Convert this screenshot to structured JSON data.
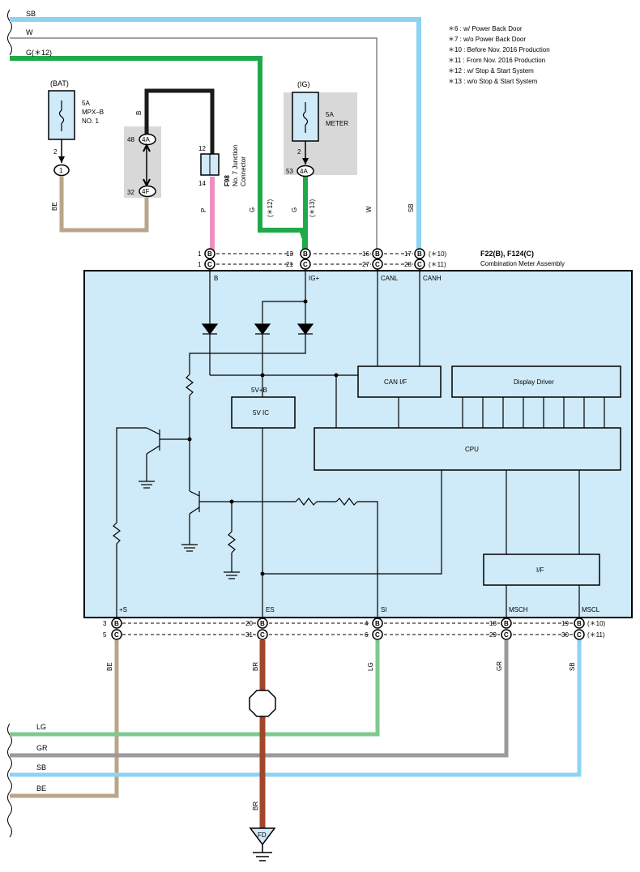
{
  "notes": [
    "＊6 : w/ Power Back Door",
    "＊7 : w/o Power Back Door",
    "＊10 : Before Nov.  2016 Production",
    "＊11 : From Nov.  2016 Production",
    "＊12 : w/ Stop & Start System",
    "＊13 : w/o Stop & Start System"
  ],
  "top_wires": {
    "sb": "SB",
    "w": "W",
    "g12": "G(＊12)"
  },
  "bat": {
    "header": "(BAT)",
    "fuse_rating": "5A",
    "fuse_name": "MPX–B",
    "fuse_no": "NO. 1",
    "pin_top": "2",
    "pin_bottom": "1",
    "wire": "BE"
  },
  "jb": {
    "pin_a": "48",
    "conn_a": "4A",
    "pin_b": "32",
    "conn_b": "4F",
    "wire": "B"
  },
  "f98": {
    "id": "F98",
    "name1": "No. 7 Junction",
    "name2": "Connector",
    "pin_top": "12",
    "pin_bottom": "14",
    "wire": "P"
  },
  "ig": {
    "header": "(IG)",
    "fuse_rating": "5A",
    "fuse_name": "METER",
    "pin_top": "2",
    "pin": "53",
    "conn": "4A",
    "wire_g12": "G",
    "note_g12": "(＊12)",
    "wire_g13": "G",
    "note_g13": "(＊13)"
  },
  "mid_wires": {
    "w": "W",
    "sb": "SB"
  },
  "meter": {
    "title1": "F22(B), F124(C)",
    "title2": "Combination Meter Assembly",
    "top_pins": {
      "b_row": [
        "1",
        "13",
        "16",
        "17"
      ],
      "c_row": [
        "1",
        "21",
        "27",
        "28"
      ],
      "note_b": "(＊10)",
      "note_c": "(＊11)"
    },
    "term_b": "B",
    "term_ig": "IG+",
    "term_canl": "CANL",
    "term_canh": "CANH",
    "can_if": "CAN I/F",
    "display_driver": "Display Driver",
    "fivev_b": "5V+B",
    "fivev_ic": "5V IC",
    "cpu": "CPU",
    "if_block": "I/F",
    "term_s": "+S",
    "term_es": "ES",
    "term_si": "SI",
    "term_msch": "MSCH",
    "term_mscl": "MSCL",
    "bottom_pins": {
      "b_row": [
        "3",
        "20",
        "4",
        "18",
        "19"
      ],
      "c_row": [
        "5",
        "31",
        "6",
        "29",
        "30"
      ],
      "note_b": "(＊10)",
      "note_c": "(＊11)"
    }
  },
  "conn_letters": {
    "b": "B",
    "c": "C"
  },
  "bottom_wires": {
    "be": "BE",
    "br": "BR",
    "lg": "LG",
    "gr": "GR",
    "sb": "SB",
    "br2": "BR"
  },
  "left_wires": {
    "lg": "LG",
    "gr": "GR",
    "sb": "SB",
    "be": "BE"
  },
  "ground": "FD",
  "colors": {
    "sb": "#8dd3f2",
    "g": "#1faa4a",
    "lg": "#7fc98f",
    "gr": "#9a9a9a",
    "be": "#b9a68a",
    "br": "#a0462a",
    "p": "#f08ebf",
    "b": "#1a1a1a",
    "w": "#444444",
    "meter_bg": "#cfeaf8",
    "fuse_bg": "#cfeaf8",
    "gray_box": "#d8d8d8"
  }
}
